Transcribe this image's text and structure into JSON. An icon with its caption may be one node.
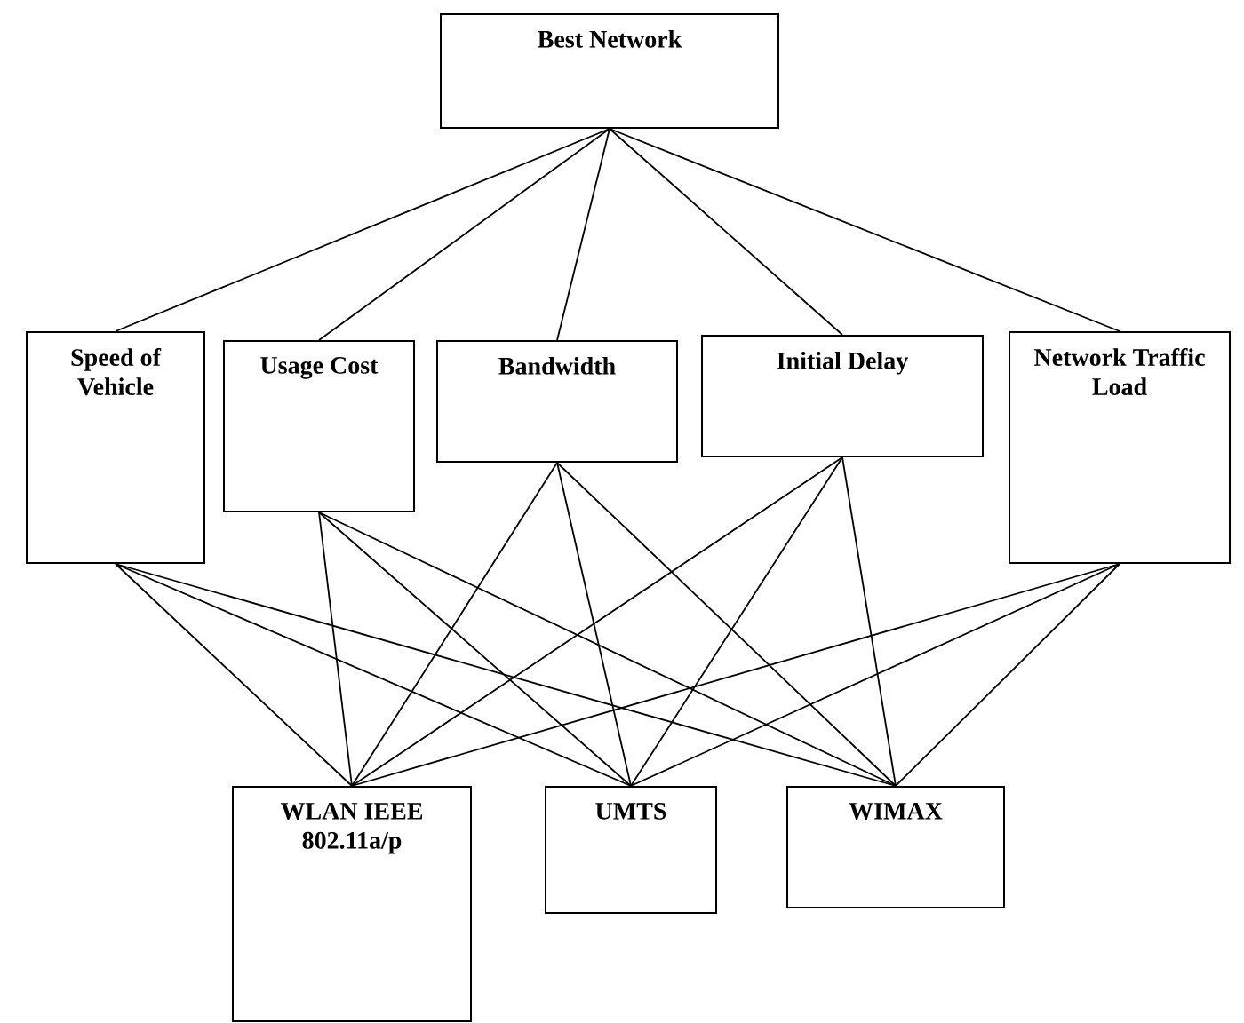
{
  "diagram": {
    "nodes": [
      {
        "text": [
          "Best Network"
        ]
      },
      {
        "text": [
          "Speed of Vehicle"
        ]
      },
      {
        "text": [
          "Usage Cost"
        ]
      },
      {
        "text": [
          "Bandwidth"
        ]
      },
      {
        "text": [
          "Initial Delay"
        ]
      },
      {
        "text": [
          "Network Traffic Load"
        ]
      },
      {
        "text": [
          "WLAN IEEE 802.11a/p"
        ]
      },
      {
        "text": [
          "UMTS"
        ]
      },
      {
        "text": [
          "WIMAX"
        ]
      }
    ],
    "edges": [
      {
        "from": 0,
        "to": 1,
        "arrow": "none"
      },
      {
        "from": 0,
        "to": 2,
        "arrow": "none"
      },
      {
        "from": 0,
        "to": 3,
        "arrow": "none"
      },
      {
        "from": 0,
        "to": 4,
        "arrow": "none"
      },
      {
        "from": 0,
        "to": 5,
        "arrow": "none"
      },
      {
        "from": 1,
        "to": 6,
        "arrow": "none"
      },
      {
        "from": 1,
        "to": 7,
        "arrow": "none"
      },
      {
        "from": 1,
        "to": 8,
        "arrow": "none"
      },
      {
        "from": 2,
        "to": 6,
        "arrow": "none"
      },
      {
        "from": 2,
        "to": 7,
        "arrow": "none"
      },
      {
        "from": 2,
        "to": 8,
        "arrow": "none"
      },
      {
        "from": 3,
        "to": 6,
        "arrow": "none"
      },
      {
        "from": 3,
        "to": 7,
        "arrow": "none"
      },
      {
        "from": 3,
        "to": 8,
        "arrow": "none"
      },
      {
        "from": 4,
        "to": 6,
        "arrow": "none"
      },
      {
        "from": 4,
        "to": 7,
        "arrow": "none"
      },
      {
        "from": 4,
        "to": 8,
        "arrow": "none"
      },
      {
        "from": 5,
        "to": 6,
        "arrow": "none"
      },
      {
        "from": 5,
        "to": 7,
        "arrow": "none"
      },
      {
        "from": 5,
        "to": 8,
        "arrow": "none"
      }
    ]
  }
}
